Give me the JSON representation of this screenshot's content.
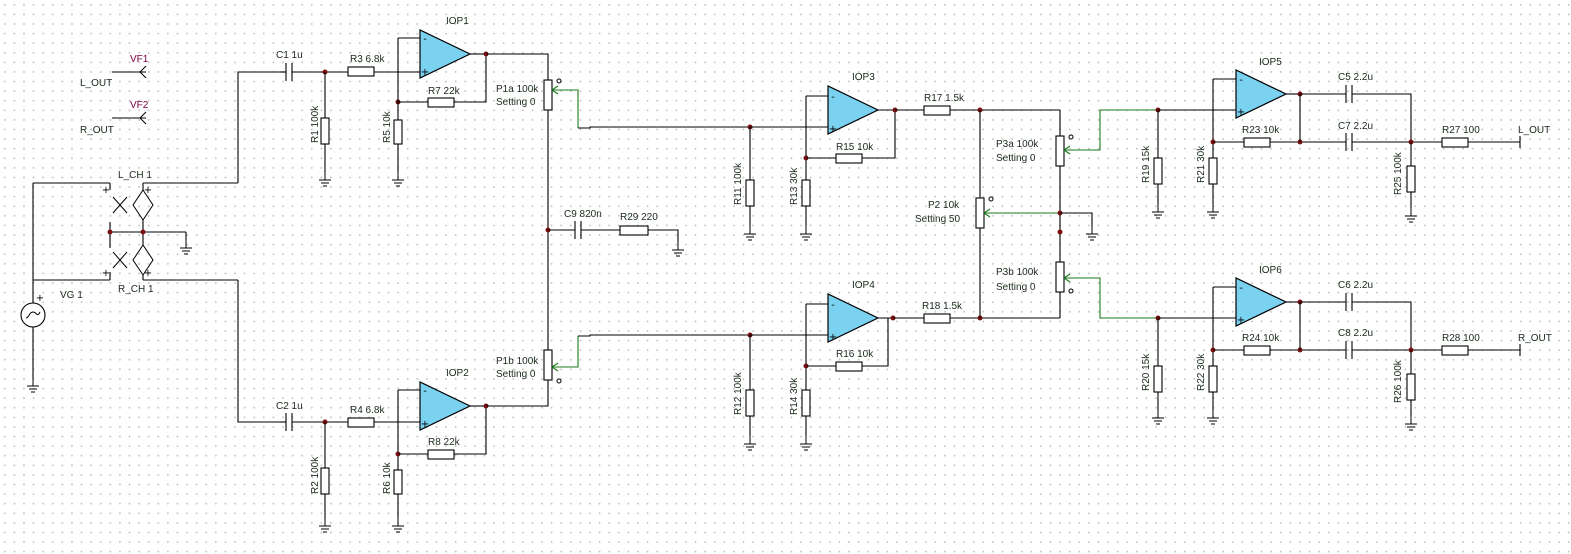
{
  "labels": {
    "c1": "C1 1u",
    "c2": "C2 1u",
    "r1": "R1 100k",
    "r2": "R2 100k",
    "r3": "R3 6.8k",
    "r4": "R4 6.8k",
    "r5": "R5 10k",
    "r6": "R6 10k",
    "r7": "R7 22k",
    "r8": "R8 22k",
    "iop1": "IOP1",
    "iop2": "IOP2",
    "iop3": "IOP3",
    "iop4": "IOP4",
    "iop5": "IOP5",
    "iop6": "IOP6",
    "p1a": "P1a 100k",
    "p1a_set": "Setting 0",
    "p1b": "P1b 100k",
    "p1b_set": "Setting 0",
    "c9": "C9 820n",
    "r29": "R29 220",
    "r11": "R11 100k",
    "r12": "R12 100k",
    "r13": "R13 30k",
    "r14": "R14 30k",
    "r15": "R15 10k",
    "r16": "R16 10k",
    "r17": "R17 1.5k",
    "r18": "R18 1.5k",
    "p2": "P2 10k",
    "p2_set": "Setting 50",
    "p3a": "P3a 100k",
    "p3a_set": "Setting 0",
    "p3b": "P3b 100k",
    "p3b_set": "Setting 0",
    "r19": "R19 15k",
    "r20": "R20 15k",
    "r21": "R21 30k",
    "r22": "R22 30k",
    "r23": "R23 10k",
    "r24": "R24 10k",
    "c5": "C5 2.2u",
    "c6": "C6 2.2u",
    "c7": "C7 2.2u",
    "c8": "C8 2.2u",
    "r25": "R25 100k",
    "r26": "R26 100k",
    "r27": "R27 100",
    "r28": "R28 100",
    "l_out_meter": "L_OUT",
    "r_out_meter": "R_OUT",
    "l_out": "L_OUT",
    "r_out": "R_OUT",
    "vf1": "VF1",
    "vf2": "VF2",
    "l_ch1": "L_CH 1",
    "r_ch1": "R_CH 1",
    "vg1": "VG 1",
    "plus": "+",
    "minus": "-",
    "arrow_mark": "«"
  },
  "colors": {
    "opamp_fill": "#7ad2f0",
    "wire": "#000000",
    "junction": "#7a1010",
    "label": "#1a2a1a",
    "meter_label": "#800040",
    "wiper_arrow": "#1a7a1a"
  },
  "icons": [
    "opamp-icon",
    "resistor-icon",
    "capacitor-icon",
    "potentiometer-icon",
    "ground-icon",
    "voltage-source-icon",
    "dependent-source-icon",
    "voltmeter-icon"
  ]
}
